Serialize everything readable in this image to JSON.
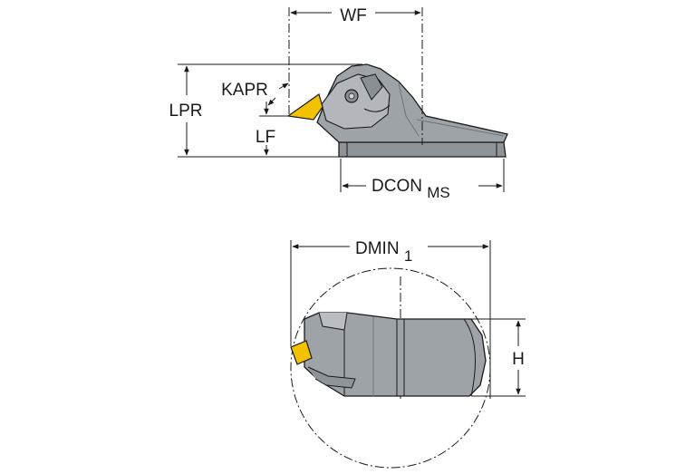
{
  "diagram": {
    "labels": {
      "wf": "WF",
      "lpr": "LPR",
      "kapr": "KAPR",
      "lf": "LF",
      "dcon_main": "DCON",
      "dcon_sub": "MS",
      "dmin_main": "DMIN",
      "dmin_sub": "1",
      "h": "H"
    },
    "colors": {
      "body_gray": "#9ea3a8",
      "body_gray_light": "#b9bdc1",
      "body_gray_dark": "#7d8287",
      "insert_yellow": "#f2c200",
      "line": "#1a1a1a"
    }
  }
}
